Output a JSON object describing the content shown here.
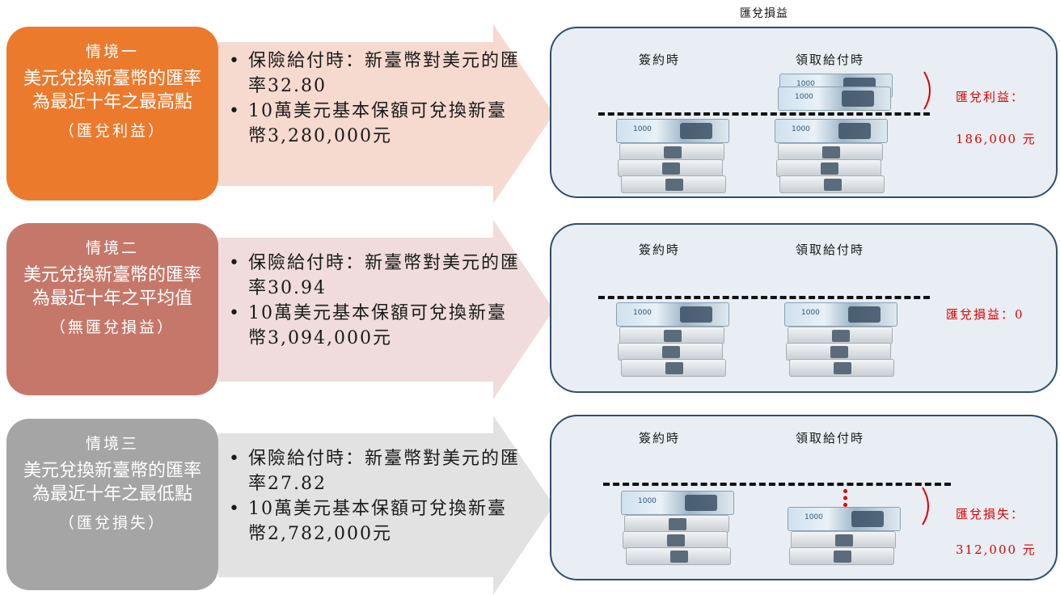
{
  "header": {
    "title": "匯兌損益"
  },
  "panel_labels": {
    "sign": "簽約時",
    "receive": "領取給付時"
  },
  "scenarios": [
    {
      "title": "情境一",
      "desc": "美元兌換新臺幣的匯率為最近十年之最高點",
      "result": "（匯兌利益）",
      "color": "#ec7a2c",
      "arrow_color": "#f6d9cf",
      "bullet1": "保險給付時：新臺幣對美元的匯率32.80",
      "bullet2": "10萬美元基本保額可兌換新臺幣3,280,000元",
      "outcome_label": "匯兌利益：",
      "outcome_value": "186,000 元"
    },
    {
      "title": "情境二",
      "desc": "美元兌換新臺幣的匯率為最近十年之平均值",
      "result": "（無匯兌損益）",
      "color": "#c5786a",
      "arrow_color": "#f0dcdc",
      "bullet1": "保險給付時：新臺幣對美元的匯率30.94",
      "bullet2": "10萬美元基本保額可兌換新臺幣3,094,000元",
      "outcome_label": "匯兌損益：0",
      "outcome_value": ""
    },
    {
      "title": "情境三",
      "desc": "美元兌換新臺幣的匯率為最近十年之最低點",
      "result": "（匯兌損失）",
      "color": "#a5a5a5",
      "arrow_color": "#e2e2e2",
      "bullet1": "保險給付時：新臺幣對美元的匯率27.82",
      "bullet2": "10萬美元基本保額可兌換新臺幣2,782,000元",
      "outcome_label": "匯兌損失：",
      "outcome_value": "312,000 元"
    }
  ],
  "bullet_char": "•",
  "accent_red": "#e00000",
  "panel_border": "#2f4e6e",
  "panel_fill": "#e8eef3"
}
